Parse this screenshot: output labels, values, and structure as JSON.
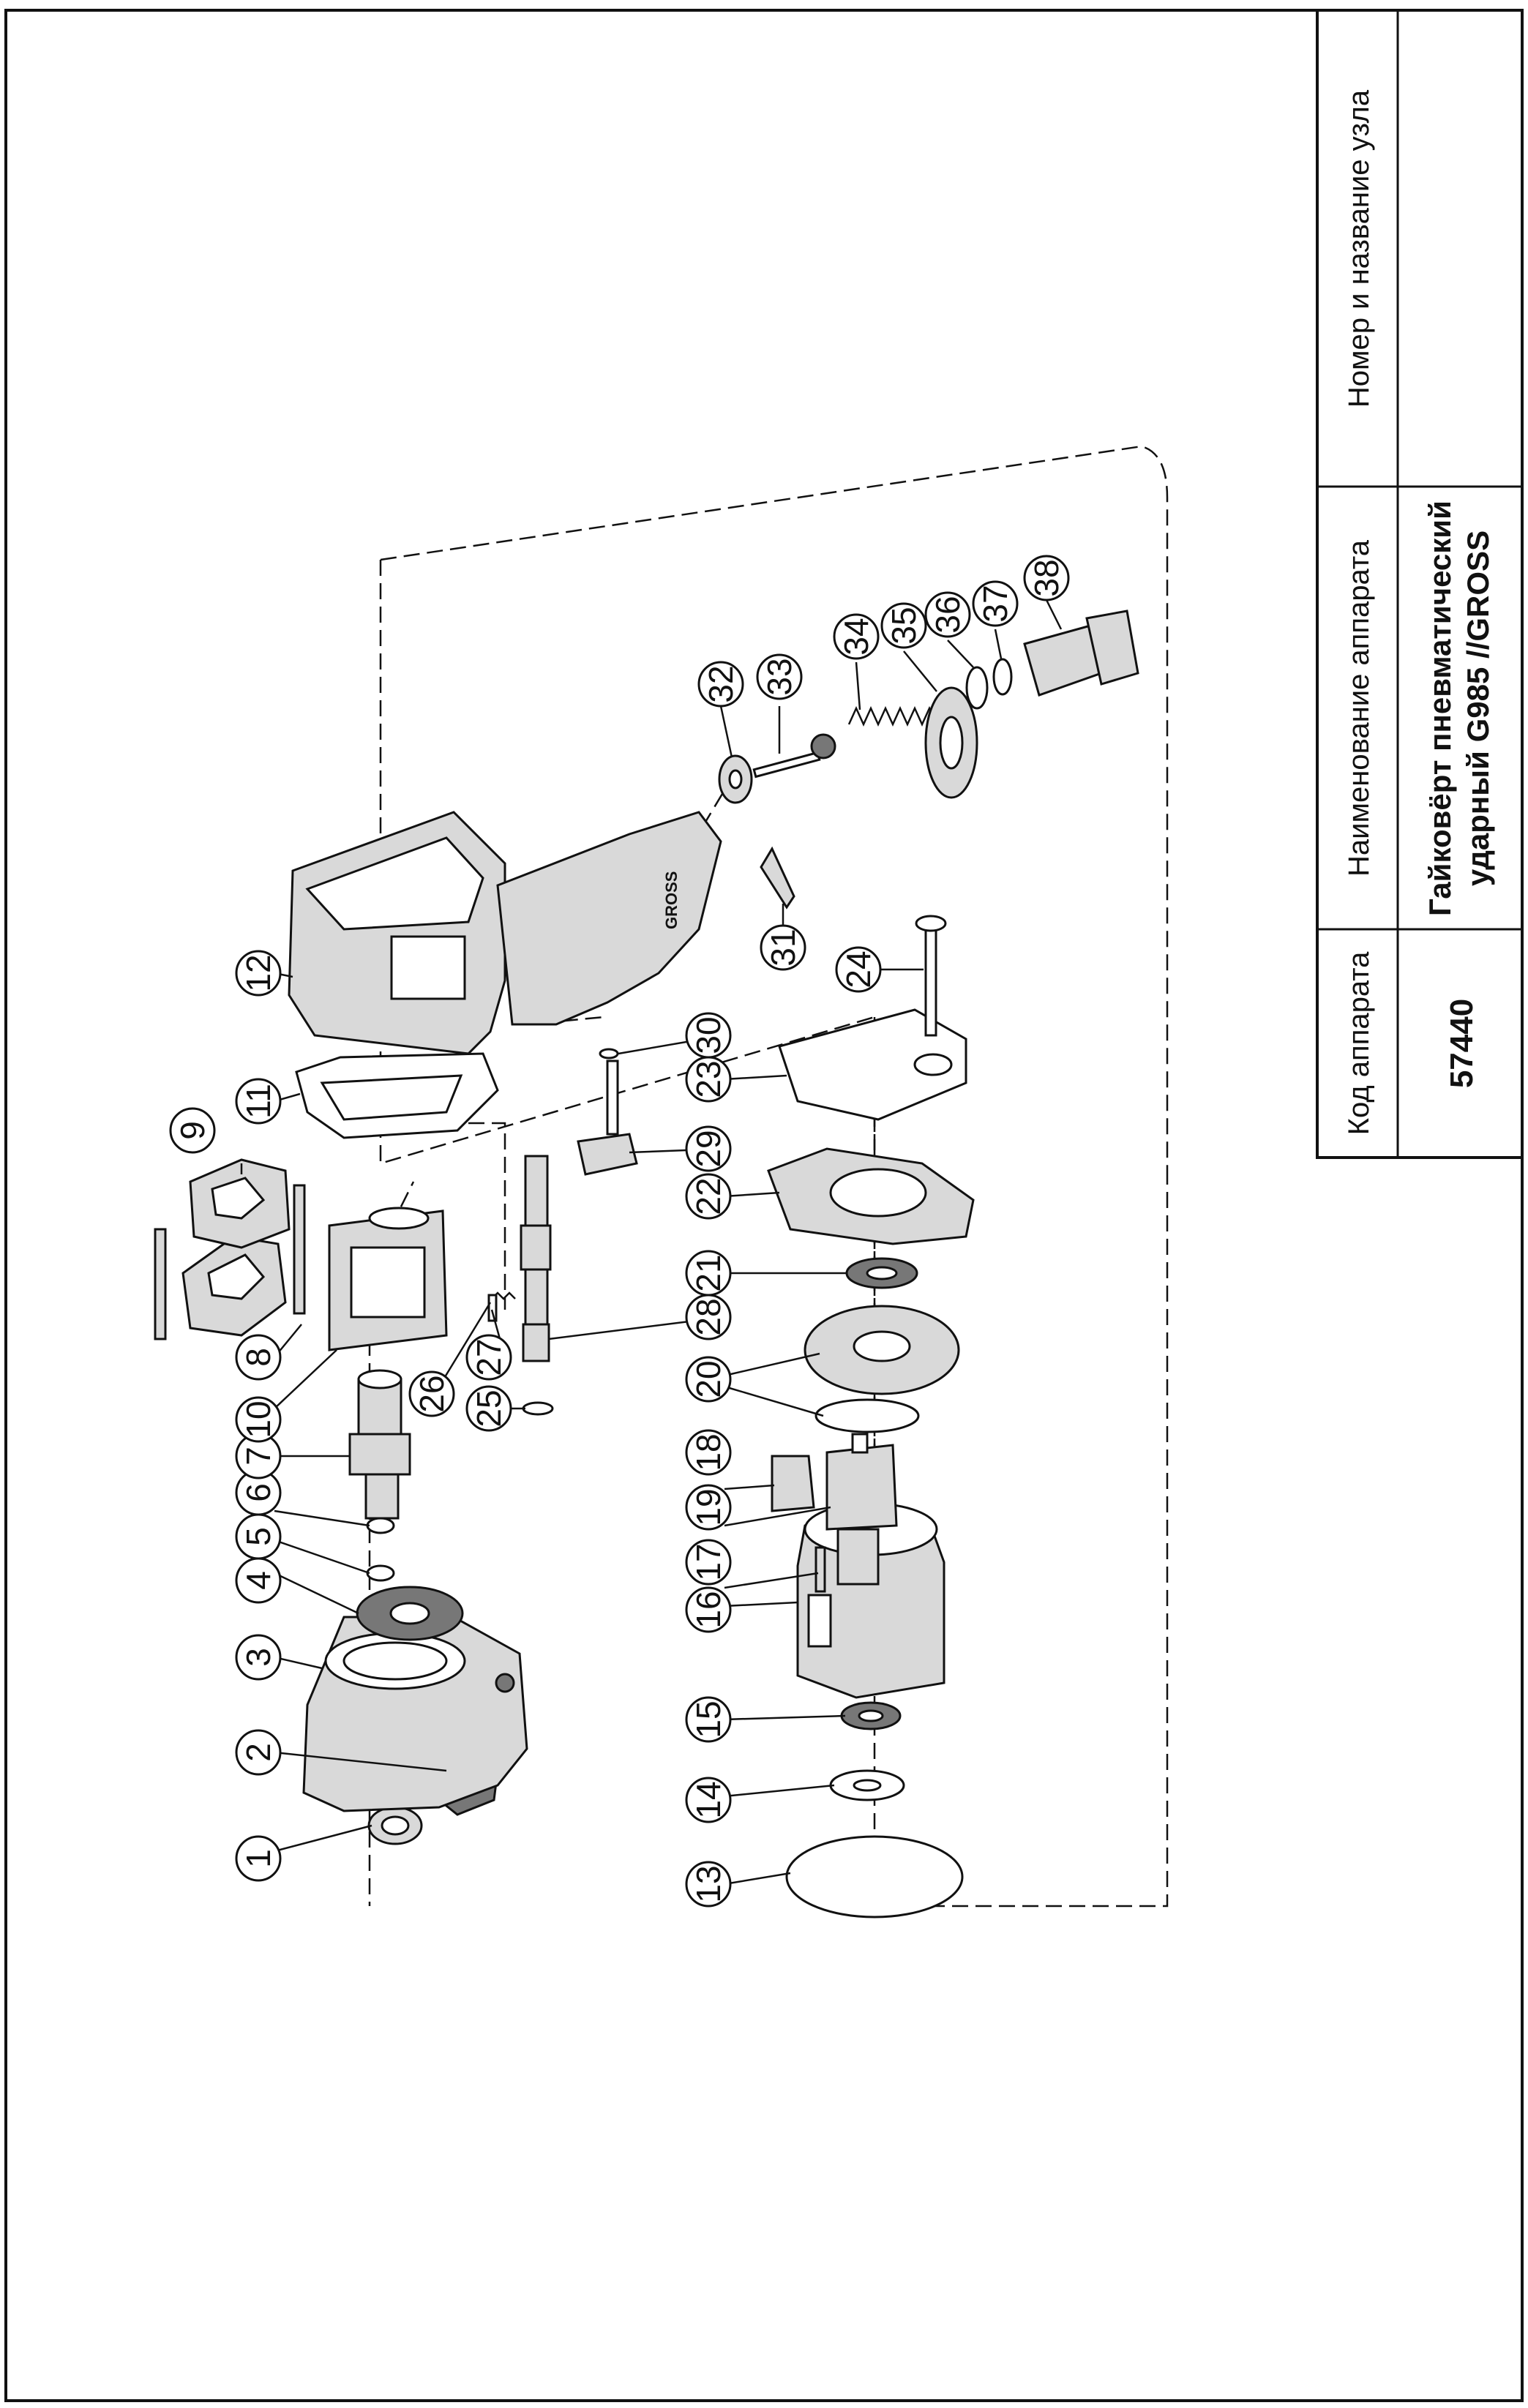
{
  "title_block": {
    "col1_header": "Код аппарата",
    "col1_value": "57440",
    "col2_header": "Наименование аппарата",
    "col2_value_line1": "Гайковёрт пневматический",
    "col2_value_line2": "ударный G985 //GROSS",
    "col3_header": "Номер и название узла",
    "col3_value": ""
  },
  "brand_on_handle": "GROSS",
  "callouts": [
    "1",
    "2",
    "3",
    "4",
    "5",
    "6",
    "7",
    "8",
    "9",
    "10",
    "11",
    "12",
    "13",
    "14",
    "15",
    "16",
    "17",
    "18",
    "19",
    "20",
    "21",
    "22",
    "23",
    "24",
    "25",
    "26",
    "27",
    "28",
    "29",
    "30",
    "31",
    "32",
    "33",
    "34",
    "35",
    "36",
    "37",
    "38"
  ]
}
